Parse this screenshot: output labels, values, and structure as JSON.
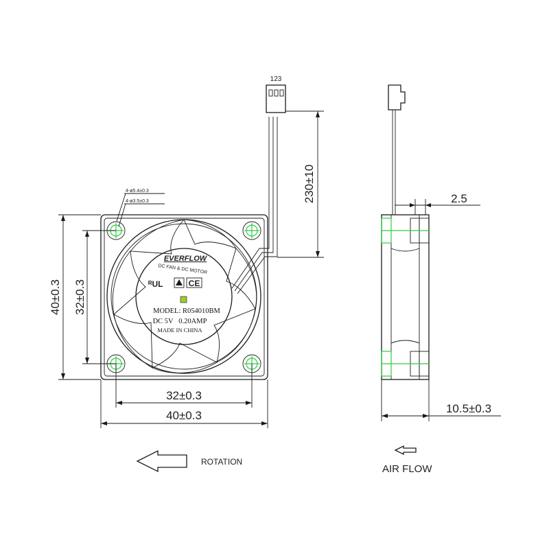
{
  "connector": {
    "pin_label": "123"
  },
  "dimensions": {
    "cable_length": "230±10",
    "hole_large": "4-ø5.4±0.3",
    "hole_small": "4-ø3.5±0.3",
    "height_outer": "40±0.3",
    "height_holes": "32±0.3",
    "width_holes": "32±0.3",
    "width_outer": "40±0.3",
    "flange": "2.5",
    "thickness": "10.5±0.3"
  },
  "sticker": {
    "brand": "EVERFLOW",
    "tagline": "DC FAN & DC MOTOR",
    "model": "MODEL: R054010BM",
    "rating": "DC 5V   0.20AMP",
    "origin": "MADE IN CHINA",
    "ce_mark": "CE"
  },
  "legend": {
    "rotation": "ROTATION",
    "airflow": "AIR FLOW"
  },
  "colors": {
    "line": "#1a1a1a",
    "mounting_highlight": "#2ecc40",
    "led": "#9acd32"
  }
}
